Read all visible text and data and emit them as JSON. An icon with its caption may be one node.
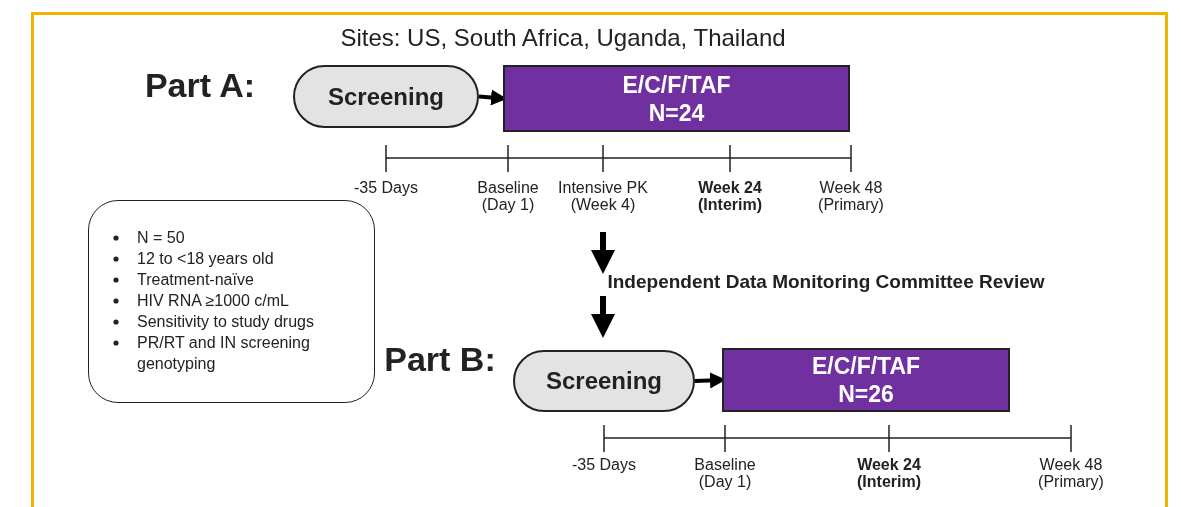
{
  "diagram": {
    "nodes": [
      {
        "text": [
          "Screening"
        ]
      },
      {
        "text": [
          "E/C/F/TAF",
          "N=24"
        ]
      },
      {
        "text": [
          "N = 50",
          "12 to <18 years old",
          "Treatment-naïve",
          "HIV RNA ≥1000 c/mL",
          "Sensitivity to study drugs",
          "PR/RT and IN screening genotyping"
        ]
      },
      {
        "text": [
          "Independent Data Monitoring Committee Review"
        ]
      },
      {
        "text": [
          "Screening"
        ]
      },
      {
        "text": [
          "E/C/F/TAF",
          "N=26"
        ]
      }
    ],
    "edges": [
      {
        "from": 0,
        "to": 1,
        "arrow": "to"
      },
      {
        "from": null,
        "to": 3,
        "arrow": "to"
      },
      {
        "from": 3,
        "to": null,
        "arrow": "to"
      },
      {
        "from": 4,
        "to": 5,
        "arrow": "to"
      }
    ],
    "labels": [
      "Sites:  US, South Africa, Uganda, Thailand",
      "Part A:",
      "-35 Days",
      "Baseline (Day 1)",
      "Intensive PK (Week 4)",
      "Week 24 (Interim)",
      "Week 48 (Primary)",
      "Part B:",
      "-35 Days",
      "Baseline (Day 1)",
      "Week 24 (Interim)",
      "Week 48 (Primary)"
    ]
  }
}
